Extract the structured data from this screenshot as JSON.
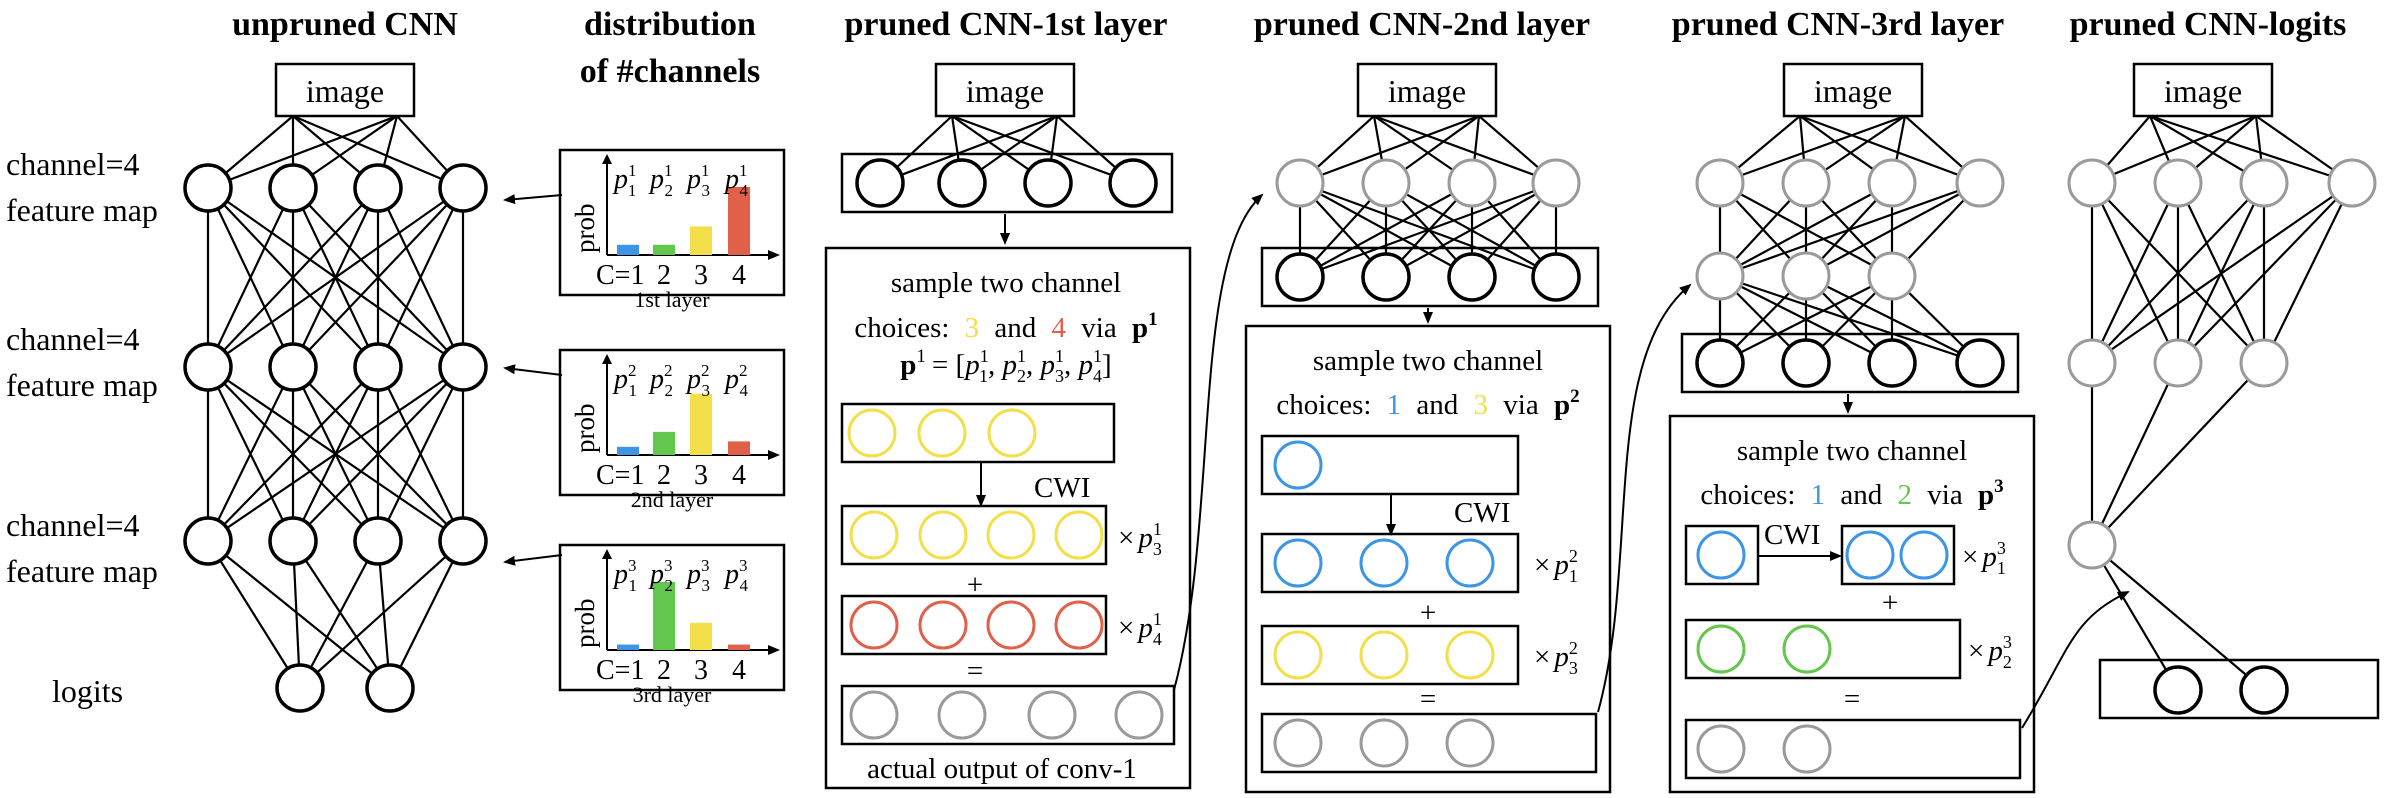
{
  "colors": {
    "black": "#000000",
    "gray": "#9a9a9a",
    "blue": "#3d95e6",
    "green": "#63c74d",
    "yellow": "#f2df4a",
    "red": "#e0604a"
  },
  "titles": {
    "unpruned": "unpruned CNN",
    "distribution_line1": "distribution",
    "distribution_line2": "of #channels",
    "pruned1": "pruned CNN-1st layer",
    "pruned2": "pruned CNN-2nd layer",
    "pruned3": "pruned CNN-3rd layer",
    "pruned_logits": "pruned CNN-logits"
  },
  "image_label": "image",
  "left_labels": {
    "channel": "channel=4",
    "feature_map": "feature map",
    "logits": "logits"
  },
  "histograms": [
    {
      "layer_label": "1st layer",
      "sup": "1",
      "ylabel": "prob",
      "x_ticks": [
        "C=1",
        "2",
        "3",
        "4"
      ],
      "probs": [
        0.15,
        0.15,
        0.42,
        1.0
      ]
    },
    {
      "layer_label": "2nd layer",
      "sup": "2",
      "ylabel": "prob",
      "x_ticks": [
        "C=1",
        "2",
        "3",
        "4"
      ],
      "probs": [
        0.12,
        0.34,
        0.9,
        0.2
      ]
    },
    {
      "layer_label": "3rd layer",
      "sup": "3",
      "ylabel": "prob",
      "x_ticks": [
        "C=1",
        "2",
        "3",
        "4"
      ],
      "probs": [
        0.08,
        1.0,
        0.4,
        0.08
      ]
    }
  ],
  "panel1": {
    "line1": "sample two channel",
    "choices_prefix": "choices:",
    "choice_a": "3",
    "and": "and",
    "choice_b": "4",
    "via": "via",
    "p_vector": "p",
    "eq_line": "= [",
    "cwi": "CWI",
    "plus": "+",
    "equals": "=",
    "footer": "actual output of conv-1",
    "mult1_sub": "3",
    "mult2_sub": "4",
    "sup": "1"
  },
  "panel2": {
    "line1": "sample two channel",
    "choices_prefix": "choices:",
    "choice_a": "1",
    "and": "and",
    "choice_b": "3",
    "via": "via",
    "p_vector": "p",
    "cwi": "CWI",
    "plus": "+",
    "equals": "=",
    "mult1_sub": "1",
    "mult2_sub": "3",
    "sup": "2"
  },
  "panel3": {
    "line1": "sample two channel",
    "choices_prefix": "choices:",
    "choice_a": "1",
    "and": "and",
    "choice_b": "2",
    "via": "via",
    "p_vector": "p",
    "cwi": "CWI",
    "plus": "+",
    "equals": "=",
    "mult1_sub": "1",
    "mult2_sub": "2",
    "sup": "3"
  },
  "mult_prefix": "×",
  "p_symbol": "p"
}
